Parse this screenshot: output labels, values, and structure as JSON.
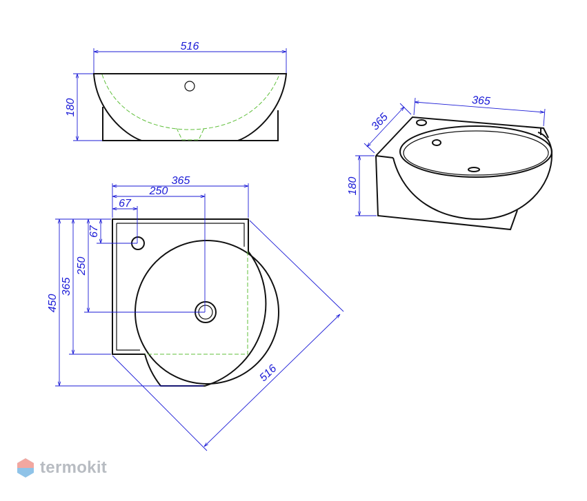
{
  "dimensions": {
    "front_width": "516",
    "front_height": "180",
    "iso_side_a": "365",
    "iso_side_b": "365",
    "iso_height": "180",
    "plan_width": "365",
    "plan_drain_offset_x": "250",
    "plan_tap_offset_x": "67",
    "plan_tap_offset_y": "67",
    "plan_drain_offset_y": "250",
    "plan_side_y": "365",
    "plan_depth": "450",
    "plan_diagonal": "516"
  },
  "brand": {
    "name": "termokit",
    "colors": {
      "top": "#f2a7a0",
      "bottom": "#8fc3e8"
    }
  },
  "colors": {
    "dimension": "#1a1ad6",
    "outline": "#111111",
    "hidden": "#5fbf3a"
  }
}
